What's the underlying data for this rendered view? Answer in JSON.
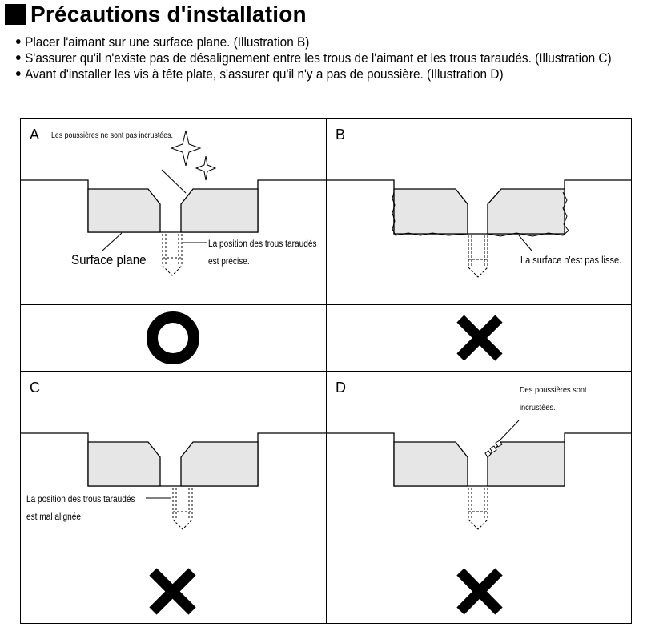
{
  "title": "Précautions d'installation",
  "bullets": [
    "Placer l'aimant sur une surface plane. (Illustration B)",
    "S'assurer qu'il n'existe pas de désalignement entre les trous de l'aimant et les trous taraudés. (Illustration C)",
    "Avant d'installer les vis à tête plate, s'assurer qu'il n'y a pas de poussière. (Illustration D)"
  ],
  "panels": {
    "A": {
      "letter": "A",
      "dust_note": "Les poussières ne sont pas incrustées.",
      "surface_label": "Surface plane",
      "hole_note_line1": "La position des trous taraudés",
      "hole_note_line2": "est précise.",
      "verdict": "good"
    },
    "B": {
      "letter": "B",
      "surface_note": "La surface n'est pas lisse.",
      "verdict": "bad"
    },
    "C": {
      "letter": "C",
      "hole_note_line1": "La position des trous taraudés",
      "hole_note_line2": "est mal alignée.",
      "verdict": "bad"
    },
    "D": {
      "letter": "D",
      "dust_note_line1": "Des poussières sont",
      "dust_note_line2": "incrustées.",
      "verdict": "bad"
    }
  },
  "colors": {
    "magnet_fill": "#e6e6e6",
    "line": "#000000"
  }
}
